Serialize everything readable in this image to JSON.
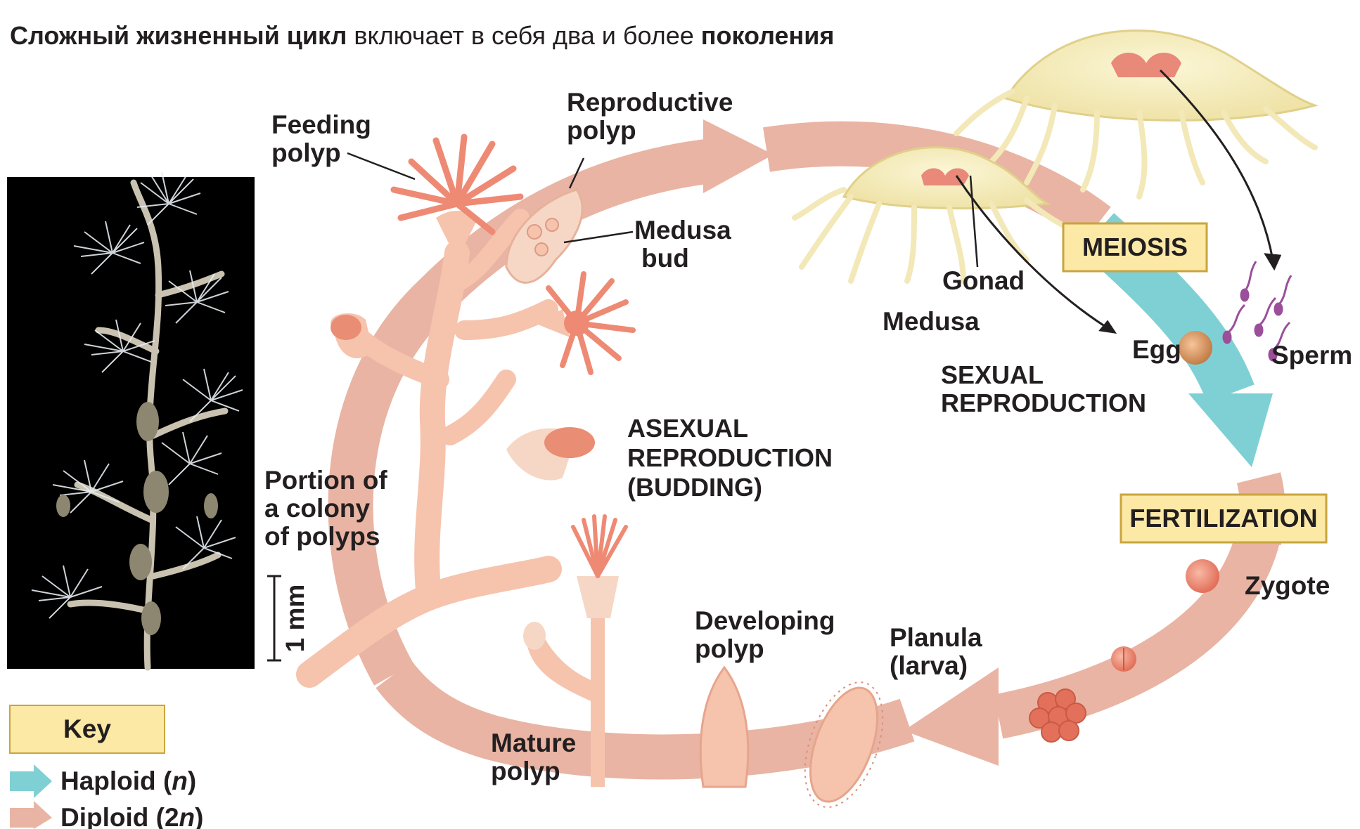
{
  "title": {
    "part1": "Сложный жизненный цикл",
    "part2": " включает в себя два и более ",
    "part3": "поколения"
  },
  "labels": {
    "feeding_polyp": [
      "Feeding",
      "polyp"
    ],
    "reproductive_polyp": [
      "Reproductive",
      "polyp"
    ],
    "medusa_bud": [
      "Medusa",
      "bud"
    ],
    "gonad": "Gonad",
    "medusa": "Medusa",
    "egg": "Egg",
    "sperm": "Sperm",
    "sexual_reproduction": [
      "SEXUAL",
      "REPRODUCTION"
    ],
    "meiosis": "MEIOSIS",
    "fertilization": "FERTILIZATION",
    "zygote": "Zygote",
    "planula": [
      "Planula",
      "(larva)"
    ],
    "developing_polyp": [
      "Developing",
      "polyp"
    ],
    "mature_polyp": [
      "Mature",
      "polyp"
    ],
    "asexual_reproduction": [
      "ASEXUAL",
      "REPRODUCTION",
      "(BUDDING)"
    ],
    "colony": [
      "Portion of",
      "a colony",
      "of polyps"
    ],
    "scale": "1 mm"
  },
  "key": {
    "title": "Key",
    "haploid": {
      "text": "Haploid (",
      "sym": "n",
      "close": ")"
    },
    "diploid": {
      "text": "Diploid (2",
      "sym": "n",
      "close": ")"
    }
  },
  "colors": {
    "diploid": "#e9b4a3",
    "haploid": "#7fd0d4",
    "label_box": "#fce9a6",
    "polyp": "#f6c3ad",
    "tentacle": "#ee8a74",
    "medusa": "#f4eec0",
    "photo_bg": "#000000"
  }
}
